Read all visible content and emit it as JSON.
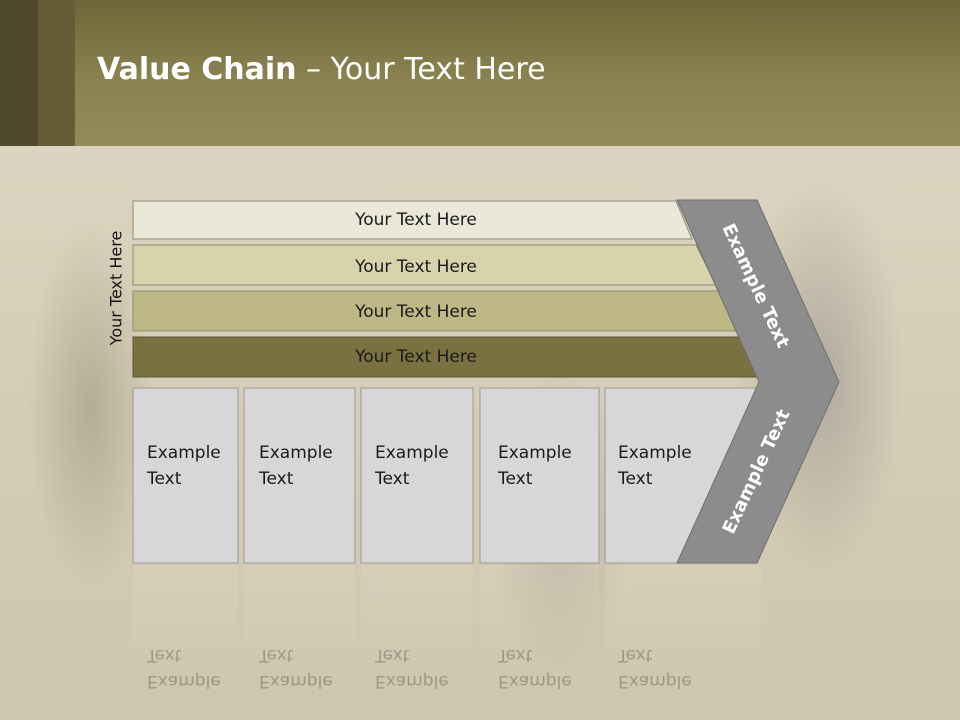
{
  "header": {
    "title_bold": "Value Chain",
    "title_rest": " – Your Text Here"
  },
  "side_label": "Your Text Here",
  "bars": [
    {
      "label": "Your Text Here",
      "color": "#e9e8d9"
    },
    {
      "label": "Your Text Here",
      "color": "#d6d3ad"
    },
    {
      "label": "Your Text Here",
      "color": "#bdb885"
    },
    {
      "label": "Your Text Here",
      "color": "#7b7140"
    }
  ],
  "boxes": [
    {
      "line1": "Example",
      "line2": "Text"
    },
    {
      "line1": "Example",
      "line2": "Text"
    },
    {
      "line1": "Example",
      "line2": "Text"
    },
    {
      "line1": "Example",
      "line2": "Text"
    },
    {
      "line1": "Example",
      "line2": "Text"
    }
  ],
  "chevron": {
    "top_label": "Example Text",
    "bottom_label": "Example Text",
    "color": "#8c8c8c"
  },
  "box_color": "#d7d7d7"
}
